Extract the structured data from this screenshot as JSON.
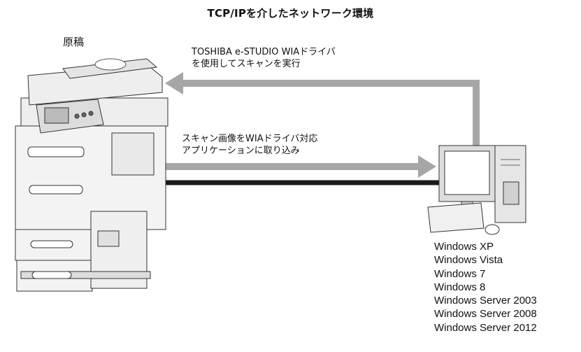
{
  "title": "TCP/IPを介したネットワーク環境",
  "original_label": "原稿",
  "top_note": [
    "TOSHIBA e-STUDIO WIAドライバ",
    "を使用してスキャンを実行"
  ],
  "middle_note": [
    "スキャン画像をWIAドライバ対応",
    "アプリケーションに取り込み"
  ],
  "os_list": [
    "Windows XP",
    "Windows Vista",
    "Windows 7",
    "Windows 8",
    "Windows Server 2003",
    "Windows Server 2008",
    "Windows Server 2012"
  ],
  "colors": {
    "arrow": "#a6a6a6",
    "network_line": "#1a1a1a"
  },
  "icons": {
    "mfp": "multifunction-printer-icon",
    "pc": "desktop-computer-icon"
  }
}
